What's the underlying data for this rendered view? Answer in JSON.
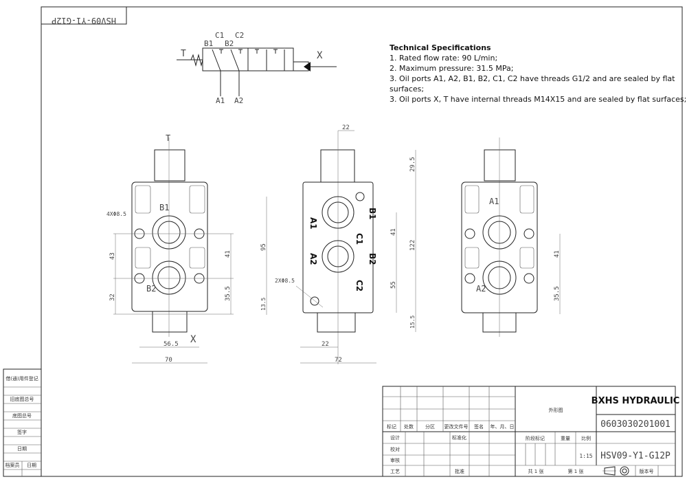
{
  "drawing": {
    "mirror_title": "HSV09-Y1-G12P",
    "schematic": {
      "ports": [
        "T",
        "B1",
        "C1",
        "B2",
        "C2",
        "A1",
        "A2",
        "X"
      ]
    },
    "specs": {
      "title": "Technical Specifications",
      "lines": [
        "1. Rated flow rate: 90 L/min;",
        "2. Maximum pressure: 31.5 MPa;",
        "3. Oil ports A1, A2, B1, B2, C1, C2 have threads G1/2 and are sealed by flat",
        "surfaces;",
        "3. Oil ports X, T have internal threads M14X15 and are sealed by flat surfaces;"
      ]
    },
    "left_view": {
      "port_top": "T",
      "port_b1": "B1",
      "port_b2": "B2",
      "port_x": "X",
      "holes": "4XΦ8.5",
      "dims": [
        "43",
        "32",
        "41",
        "35.5",
        "56.5",
        "70"
      ]
    },
    "center_view": {
      "labels": [
        "A1",
        "B1",
        "C1",
        "A2",
        "B2",
        "C2"
      ],
      "holes": "2XΦ8.5",
      "dims": [
        "22",
        "29.5",
        "95",
        "41",
        "122",
        "55",
        "13.5",
        "15.5",
        "22",
        "72"
      ]
    },
    "right_view": {
      "labels": [
        "A1",
        "A2"
      ],
      "dims": [
        "41",
        "35.5"
      ]
    }
  },
  "side_table": [
    "借(通)用件登记",
    "旧底图总号",
    "底图总号",
    "签字",
    "日期",
    "档案员",
    "日期"
  ],
  "title_block": {
    "revision_headers": [
      "标记",
      "处数",
      "分区",
      "更改文件号",
      "签名",
      "年、月、日"
    ],
    "roles": [
      "设计",
      "校对",
      "审核",
      "工艺"
    ],
    "standardization": "标准化",
    "approval": "批准",
    "drawing_name": "外形图",
    "company": "BXHS HYDRAULIC",
    "drawing_number": "0603030201001",
    "stage_mark": "阶段标记",
    "weight": "重量",
    "scale_label": "比例",
    "scale": "1:15",
    "model": "HSV09-Y1-G12P",
    "sheets_total": "共 1 张",
    "sheet_no": "第 1 张",
    "version": "版本号"
  }
}
